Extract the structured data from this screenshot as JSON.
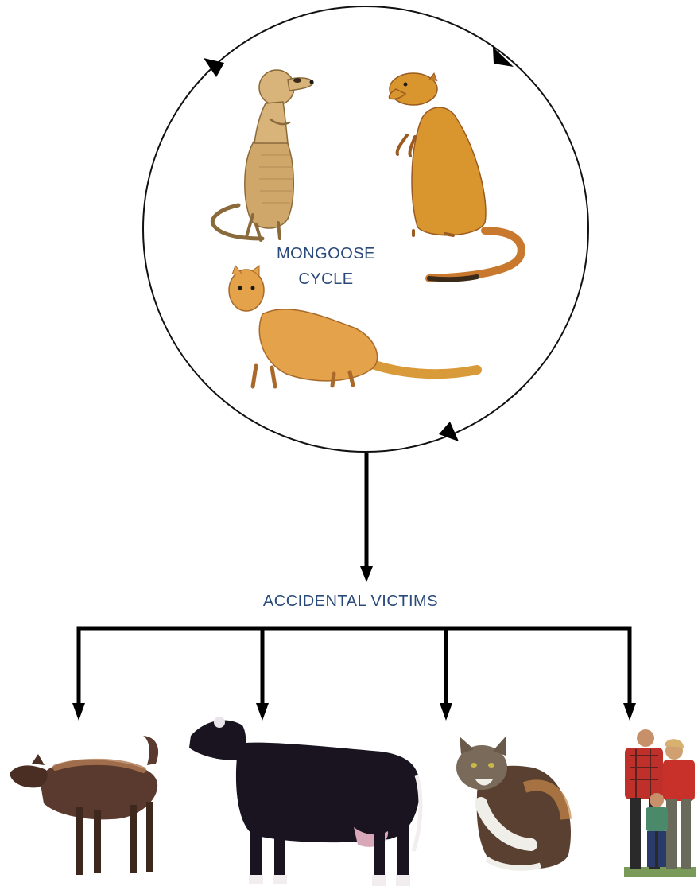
{
  "cycle": {
    "label_line1": "MONGOOSE",
    "label_line2": "CYCLE",
    "hosts": [
      "meerkat",
      "yellow-mongoose",
      "slender-mongoose"
    ]
  },
  "victims": {
    "heading": "ACCIDENTAL VICTIMS",
    "items": [
      "dog",
      "cow",
      "cat",
      "humans"
    ]
  },
  "colors": {
    "label_text": "#2a4a7a",
    "arrow": "#000000",
    "mongoose_fur": "#d9a25a",
    "cow": "#1a1420",
    "dog": "#5a3a2e"
  }
}
